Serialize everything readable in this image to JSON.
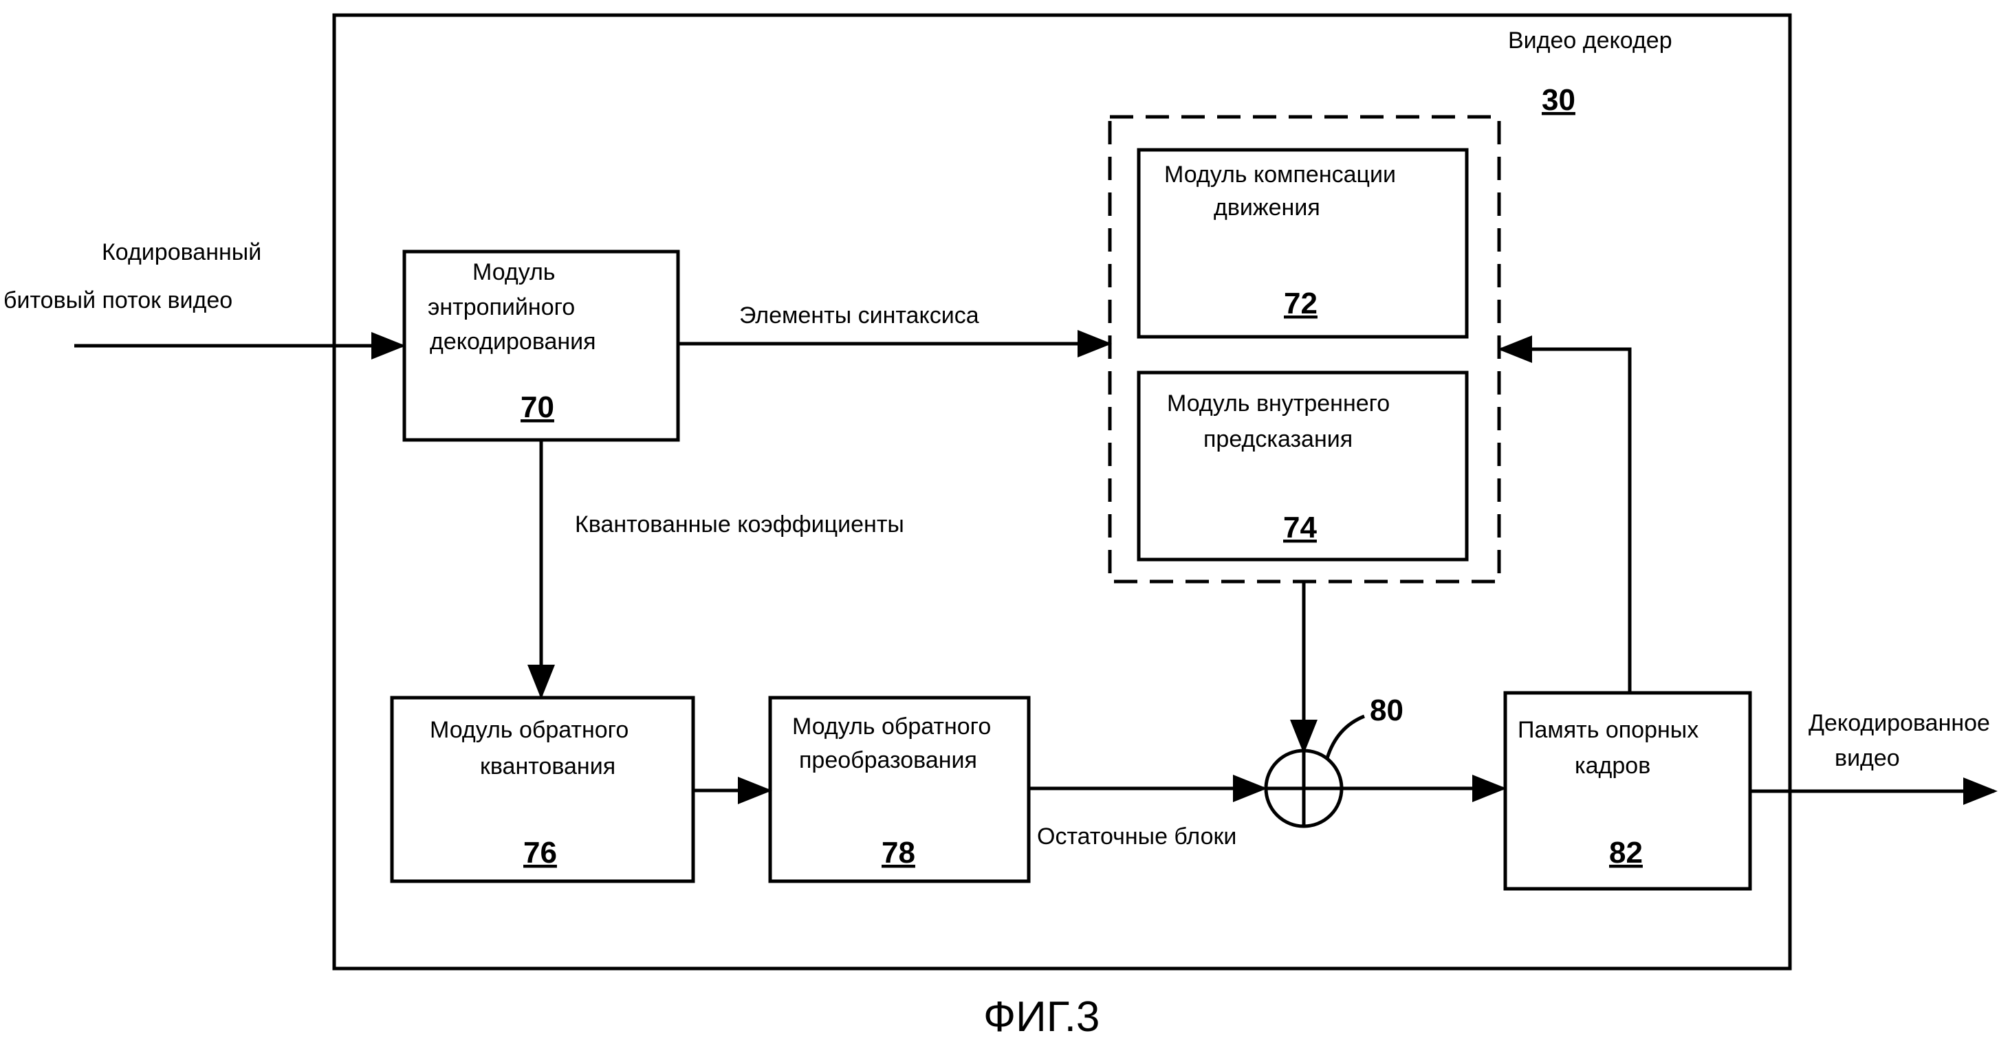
{
  "decoder": {
    "label": "Видео декодер",
    "number": "30"
  },
  "input": {
    "line1": "Кодированный",
    "line2": "битовый поток видео"
  },
  "output": {
    "line1": "Декодированное",
    "line2": "видео"
  },
  "entropy": {
    "line1": "Модуль",
    "line2": "энтропийного",
    "line3": "декодирования",
    "number": "70"
  },
  "motion": {
    "line1": "Модуль компенсации",
    "line2": "движения",
    "number": "72"
  },
  "intra": {
    "line1": "Модуль внутреннего",
    "line2": "предсказания",
    "number": "74"
  },
  "inv_quant": {
    "line1": "Модуль обратного",
    "line2": "квантования",
    "number": "76"
  },
  "inv_transform": {
    "line1": "Модуль обратного",
    "line2": "преобразования",
    "number": "78"
  },
  "summer": {
    "number": "80"
  },
  "ref_memory": {
    "line1": "Память опорных",
    "line2": "кадров",
    "number": "82"
  },
  "edges": {
    "syntax": "Элементы синтаксиса",
    "quant_coeffs": "Квантованные коэффициенты",
    "residual": "Остаточные блоки"
  },
  "figure_caption": "ФИГ.3"
}
